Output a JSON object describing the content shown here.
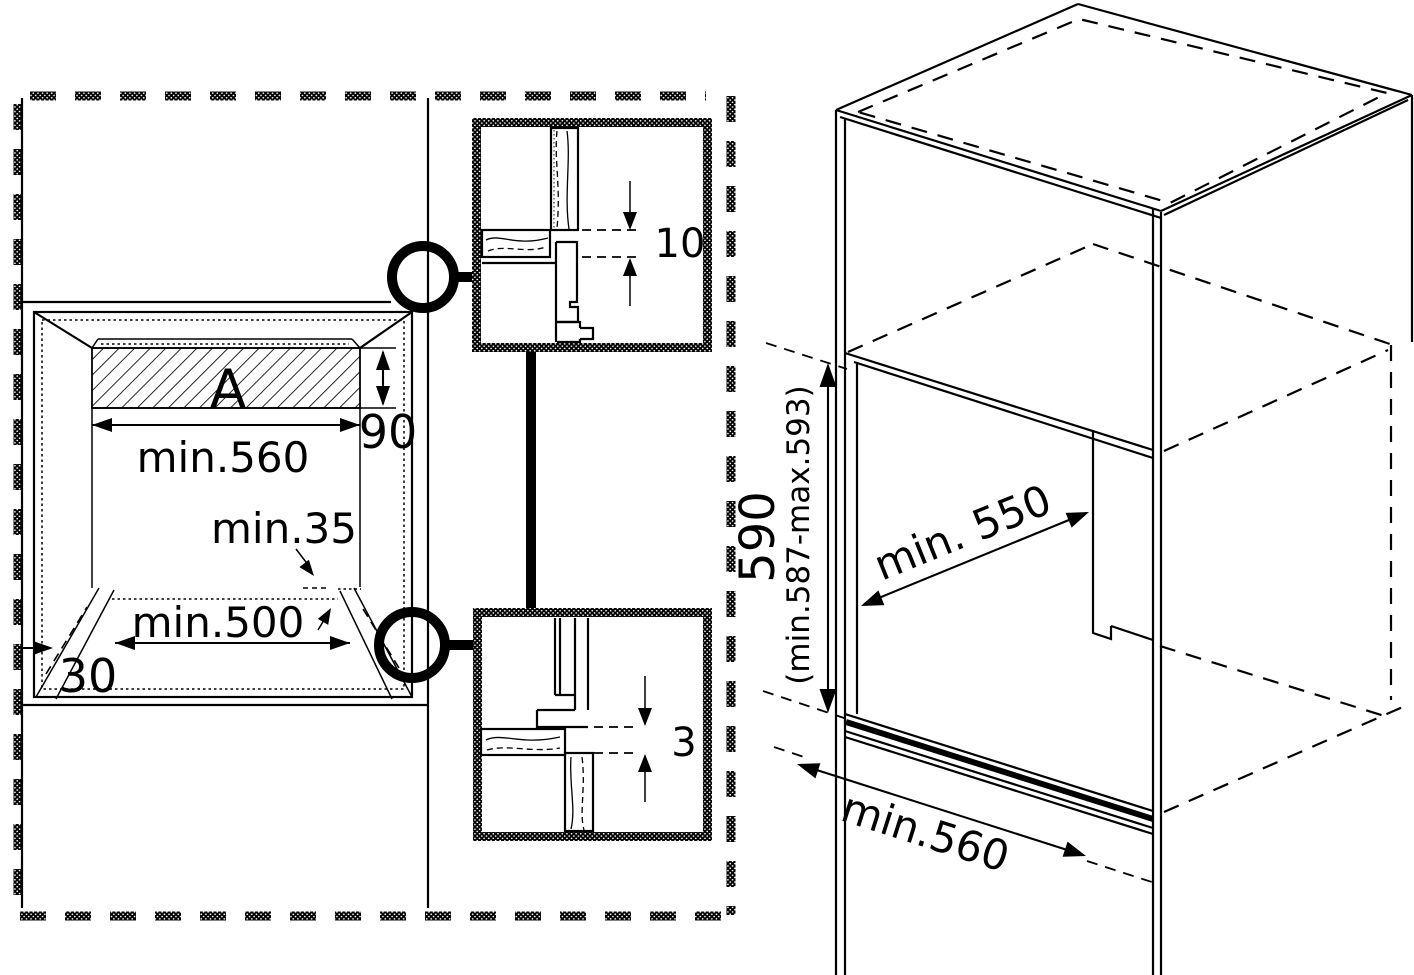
{
  "colors": {
    "ink": "#000000",
    "paper": "#ffffff"
  },
  "cutout_plan": {
    "recess_label": "A",
    "top_width": "min.560",
    "recess_depth": "90",
    "rear_clearance": "min.35",
    "bottom_width": "min.500",
    "side_gap": "30"
  },
  "detail_top": {
    "gap": "10"
  },
  "detail_bottom": {
    "gap": "3"
  },
  "cabinet_view": {
    "niche_height": "590",
    "niche_height_range": "(min.587-max.593)",
    "niche_depth": "min. 550",
    "niche_width": "min.560"
  }
}
